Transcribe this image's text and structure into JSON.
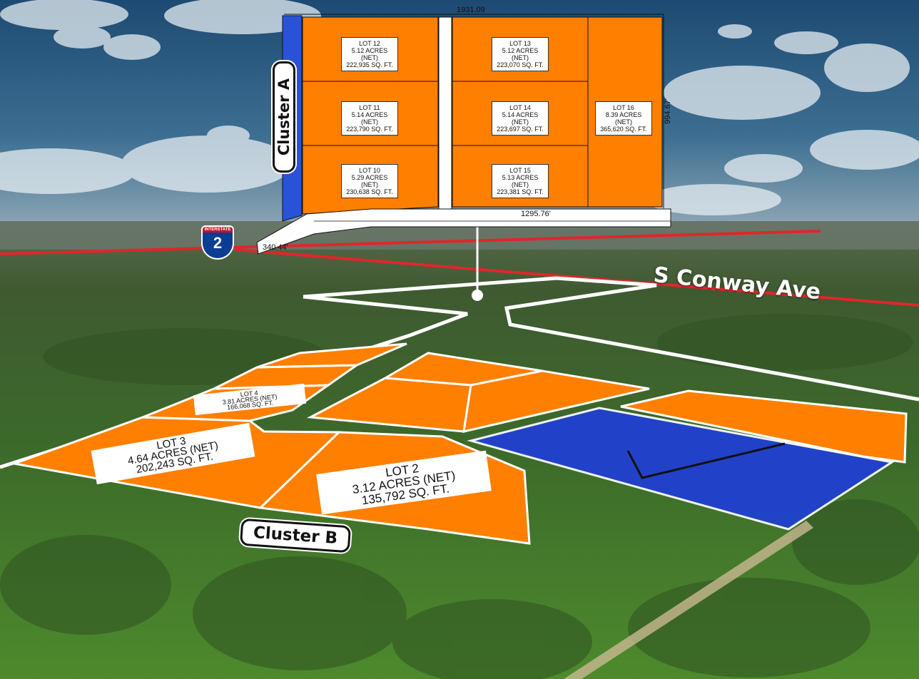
{
  "title": "",
  "labels": {
    "cluster_a": "Cluster A",
    "cluster_b": "Cluster B",
    "road": "S Conway Ave",
    "interstate_top": "INTERSTATE",
    "interstate_number": "2"
  },
  "dimensions": {
    "top": "1931.09",
    "right": "994.67'",
    "bottom": "1295.76'",
    "left": "340.44'"
  },
  "cluster_a_lots": [
    {
      "lot": "LOT 12",
      "acres": "5.12 ACRES (NET)",
      "sqft": "222,935 SQ. FT."
    },
    {
      "lot": "LOT 11",
      "acres": "5.14 ACRES (NET)",
      "sqft": "223,790 SQ. FT."
    },
    {
      "lot": "LOT 10",
      "acres": "5.29 ACRES (NET)",
      "sqft": "230,638 SQ. FT."
    },
    {
      "lot": "LOT 13",
      "acres": "5.12 ACRES (NET)",
      "sqft": "223,070 SQ. FT."
    },
    {
      "lot": "LOT 14",
      "acres": "5.14 ACRES (NET)",
      "sqft": "223,697 SQ. FT."
    },
    {
      "lot": "LOT 15",
      "acres": "5.13 ACRES (NET)",
      "sqft": "223,381 SQ. FT."
    },
    {
      "lot": "LOT 16",
      "acres": "8.39 ACRES (NET)",
      "sqft": "365,620 SQ. FT."
    }
  ],
  "cluster_b_lots": [
    {
      "lot": "LOT 3",
      "acres": "4.64 ACRES (NET)",
      "sqft": "202,243 SQ. FT."
    },
    {
      "lot": "LOT 2",
      "acres": "3.12 ACRES (NET)",
      "sqft": "135,792 SQ. FT."
    },
    {
      "lot": "LOT 4",
      "acres": "3.81 ACRES (NET)",
      "sqft": "166,068 SQ. FT."
    }
  ],
  "colors": {
    "lot_fill": "#ff7f00",
    "detention_fill": "#1f3fd6",
    "highway_line": "#e0262c",
    "outline": "#ffffff"
  }
}
